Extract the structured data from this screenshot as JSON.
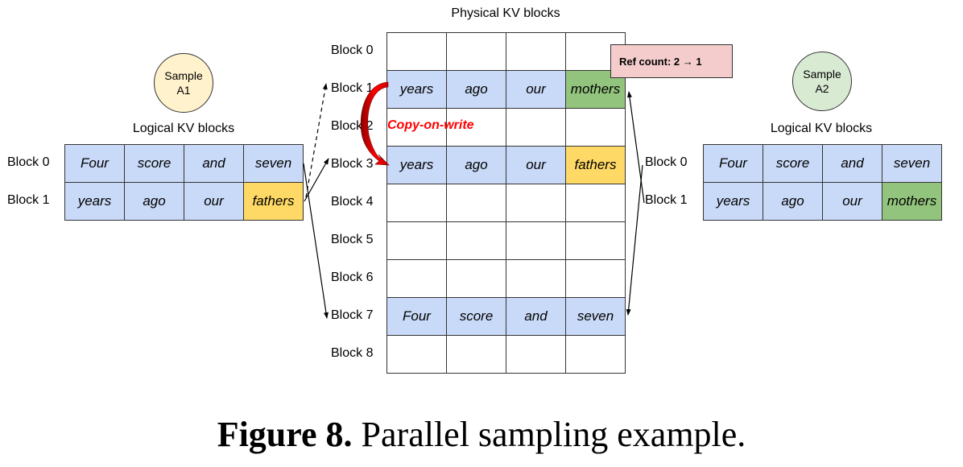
{
  "physical": {
    "title": "Physical KV blocks",
    "rows": [
      {
        "label": "Block 0",
        "tokens": [
          "",
          "",
          "",
          ""
        ],
        "colors": [
          "white",
          "white",
          "white",
          "white"
        ]
      },
      {
        "label": "Block 1",
        "tokens": [
          "years",
          "ago",
          "our",
          "mothers"
        ],
        "colors": [
          "blue",
          "blue",
          "blue",
          "green"
        ]
      },
      {
        "label": "Block 2",
        "tokens": [
          "",
          "",
          "",
          ""
        ],
        "colors": [
          "white",
          "white",
          "white",
          "white"
        ]
      },
      {
        "label": "Block 3",
        "tokens": [
          "years",
          "ago",
          "our",
          "fathers"
        ],
        "colors": [
          "blue",
          "blue",
          "blue",
          "yellow"
        ]
      },
      {
        "label": "Block 4",
        "tokens": [
          "",
          "",
          "",
          ""
        ],
        "colors": [
          "white",
          "white",
          "white",
          "white"
        ]
      },
      {
        "label": "Block 5",
        "tokens": [
          "",
          "",
          "",
          ""
        ],
        "colors": [
          "white",
          "white",
          "white",
          "white"
        ]
      },
      {
        "label": "Block 6",
        "tokens": [
          "",
          "",
          "",
          ""
        ],
        "colors": [
          "white",
          "white",
          "white",
          "white"
        ]
      },
      {
        "label": "Block 7",
        "tokens": [
          "Four",
          "score",
          "and",
          "seven"
        ],
        "colors": [
          "blue",
          "blue",
          "blue",
          "blue"
        ]
      },
      {
        "label": "Block 8",
        "tokens": [
          "",
          "",
          "",
          ""
        ],
        "colors": [
          "white",
          "white",
          "white",
          "white"
        ]
      }
    ]
  },
  "sample_a1": {
    "name": "Sample\nA1",
    "name_line1": "Sample",
    "name_line2": "A1",
    "circle_color": "#fff2cc",
    "logical_title": "Logical KV blocks",
    "rows": [
      {
        "label": "Block 0",
        "tokens": [
          "Four",
          "score",
          "and",
          "seven"
        ],
        "colors": [
          "blue",
          "blue",
          "blue",
          "blue"
        ]
      },
      {
        "label": "Block 1",
        "tokens": [
          "years",
          "ago",
          "our",
          "fathers"
        ],
        "colors": [
          "blue",
          "blue",
          "blue",
          "yellow"
        ]
      }
    ]
  },
  "sample_a2": {
    "name_line1": "Sample",
    "name_line2": "A2",
    "circle_color": "#d9ead3",
    "logical_title": "Logical KV blocks",
    "rows": [
      {
        "label": "Block 0",
        "tokens": [
          "Four",
          "score",
          "and",
          "seven"
        ],
        "colors": [
          "blue",
          "blue",
          "blue",
          "blue"
        ]
      },
      {
        "label": "Block 1",
        "tokens": [
          "years",
          "ago",
          "our",
          "mothers"
        ],
        "colors": [
          "blue",
          "blue",
          "blue",
          "green"
        ]
      }
    ]
  },
  "annotations": {
    "copy_on_write": "Copy-on-write",
    "ref_count": "Ref count: 2 → 1"
  },
  "mappings": [
    {
      "from": "A1 Block 0",
      "to": "Physical Block 7",
      "style": "solid"
    },
    {
      "from": "A1 Block 1",
      "to": "Physical Block 1",
      "style": "dashed"
    },
    {
      "from": "A1 Block 1",
      "to": "Physical Block 3",
      "style": "solid"
    },
    {
      "from": "A2 Block 0",
      "to": "Physical Block 7",
      "style": "solid"
    },
    {
      "from": "A2 Block 1",
      "to": "Physical Block 1",
      "style": "solid"
    }
  ],
  "colors": {
    "blue": "#c9daf8",
    "yellow": "#ffd966",
    "green": "#93c47d",
    "ref_box": "#f4cccc",
    "copy_on_write": "#ff0000"
  },
  "caption": {
    "bold": "Figure 8.",
    "text": " Parallel sampling example."
  }
}
